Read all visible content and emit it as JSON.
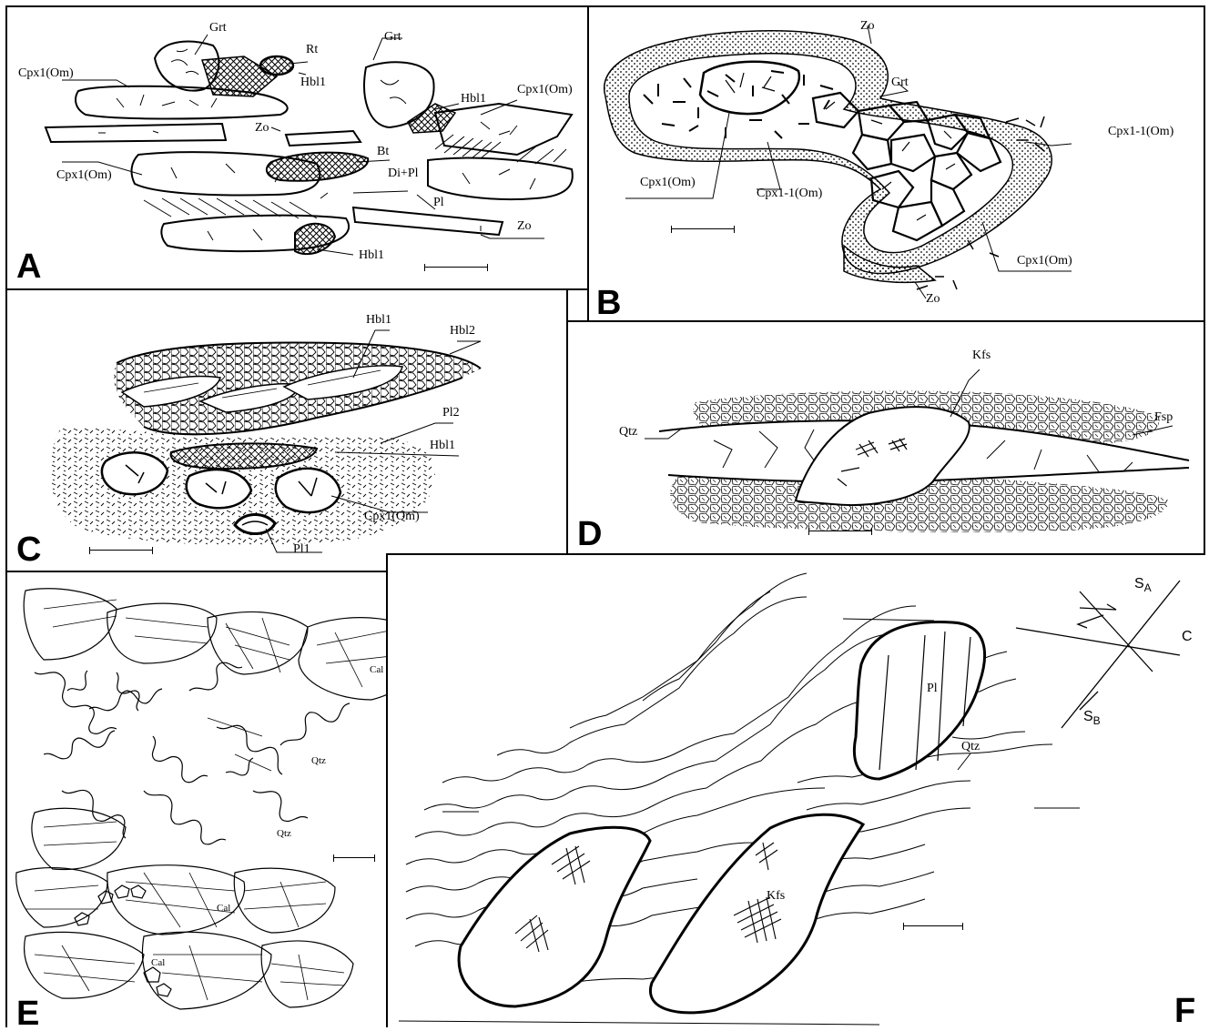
{
  "panels": {
    "A": {
      "label": "A",
      "minerals": {
        "grt_1": "Grt",
        "rt": "Rt",
        "grt_2": "Grt",
        "hbl1_1": "Hbl1",
        "hbl1_2": "Hbl1",
        "cpx1_om_1": "Cpx1(Om)",
        "cpx1_om_2": "Cpx1(Om)",
        "zo_1": "Zo",
        "bt": "Bt",
        "di_pl": "Di+Pl",
        "cpx1_om_3": "Cpx1(Om)",
        "pl": "Pl",
        "zo_2": "Zo",
        "hbl1_3": "Hbl1"
      }
    },
    "B": {
      "label": "B",
      "minerals": {
        "zo_1": "Zo",
        "grt": "Grt",
        "cpx1_1_om_1": "Cpx1-1(Om)",
        "cpx1_om_1": "Cpx1(Om)",
        "cpx1_1_om_2": "Cpx1-1(Om)",
        "cpx1_om_2": "Cpx1(Om)",
        "zo_2": "Zo"
      }
    },
    "C": {
      "label": "C",
      "minerals": {
        "hbl1_1": "Hbl1",
        "hbl2": "Hbl2",
        "pl2": "Pl2",
        "hbl1_2": "Hbl1",
        "cpx1_om": "Cpx1(Om)",
        "pl1": "Pl1"
      }
    },
    "D": {
      "label": "D",
      "minerals": {
        "kfs": "Kfs",
        "qtz": "Qtz",
        "fsp": "Fsp"
      }
    },
    "E": {
      "label": "E",
      "minerals": {
        "cal_1": "Cal",
        "qtz_1": "Qtz",
        "qtz_2": "Qtz",
        "cal_2": "Cal",
        "cal_3": "Cal"
      }
    },
    "F": {
      "label": "F",
      "minerals": {
        "pl": "Pl",
        "qtz": "Qtz",
        "kfs": "Kfs"
      },
      "fabric": {
        "sa_letter": "S",
        "sa_sub": "A",
        "c": "C",
        "sb_letter": "S",
        "sb_sub": "B"
      }
    }
  },
  "colors": {
    "ink": "#000000",
    "background": "#ffffff"
  }
}
